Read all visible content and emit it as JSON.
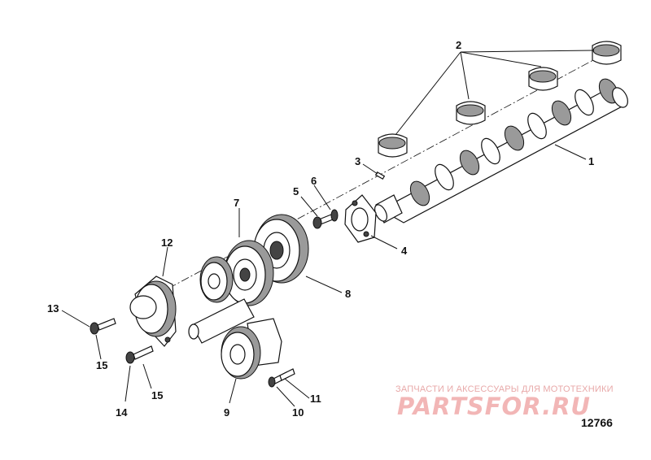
{
  "callouts": {
    "c1": "1",
    "c2": "2",
    "c3": "3",
    "c4": "4",
    "c5": "5",
    "c6": "6",
    "c7": "7",
    "c8": "8",
    "c9": "9",
    "c10": "10",
    "c11": "11",
    "c12": "12",
    "c13": "13",
    "c14": "14",
    "c15a": "15",
    "c15b": "15"
  },
  "watermark": {
    "tagline": "ЗАПЧАСТИ И АКСЕССУАРЫ ДЛЯ МОТОТЕХНИКИ",
    "logo": "PARTSFOR.RU",
    "color": "#f2b6b6"
  },
  "diagram_number": "12766"
}
